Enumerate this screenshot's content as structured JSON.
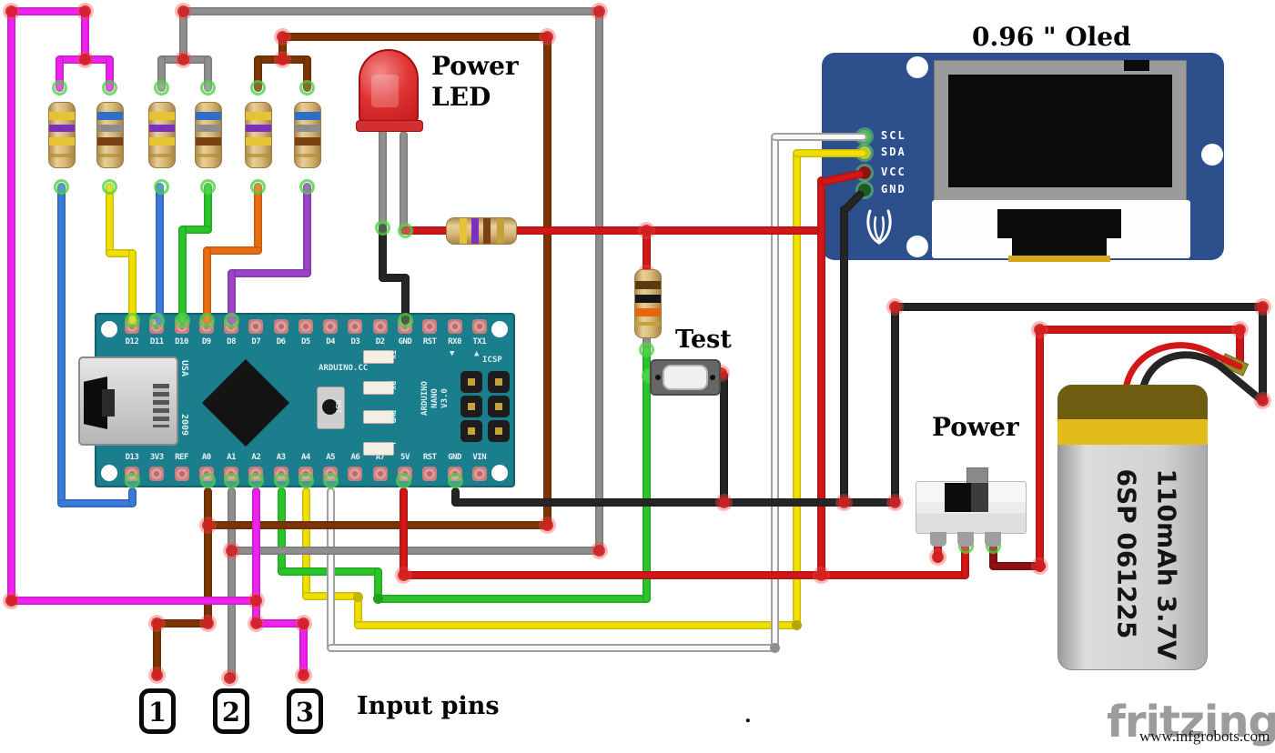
{
  "palette": {
    "magenta": "#ee22ee",
    "gray": "#8f8f8f",
    "brown": "#7d3405",
    "blue": "#3b7ad9",
    "yellow": "#f0df00",
    "green": "#2bc52b",
    "orange": "#e86c12",
    "purple": "#9b44c8",
    "red": "#d11717",
    "darkred": "#8e1212",
    "black": "#252525",
    "white": "#f8f8f8",
    "lead": "#8f8f8f",
    "nano_teal": "#1a7e8d",
    "oled_blue": "#2d4f8b",
    "battery_gold": "#e3bc1b",
    "pin_pink": "#dc9494"
  },
  "labels": {
    "oled_title": "0.96 \" Oled",
    "power_led_line1": "Power",
    "power_led_line2": "LED",
    "test": "Test",
    "power_switch": "Power",
    "input_pins": "Input pins",
    "stray_dot": "."
  },
  "input_boxes": [
    "1",
    "2",
    "3"
  ],
  "arduino": {
    "top_pins": [
      "D12",
      "D11",
      "D10",
      "D9",
      "D8",
      "D7",
      "D6",
      "D5",
      "D4",
      "D3",
      "D2",
      "GND",
      "RST",
      "RX0",
      "TX1"
    ],
    "bottom_pins": [
      "D13",
      "3V3",
      "REF",
      "A0",
      "A1",
      "A2",
      "A3",
      "A4",
      "A5",
      "A6",
      "A7",
      "5V",
      "RST",
      "GND",
      "VIN"
    ],
    "silkscreen": {
      "usa": "USA",
      "year": "2009",
      "site": "ARDUINO.CC",
      "rst": "RST",
      "leds": [
        "TX",
        "RX",
        "PWR",
        "L"
      ],
      "brand": "ARDUINO",
      "model": "NANO",
      "version": "V3.0",
      "icsp": "ICSP",
      "rx_mark": "▼",
      "tx_mark": "▲",
      "pin1_mark": "L"
    }
  },
  "oled": {
    "pins": [
      "SCL",
      "SDA",
      "VCC",
      "GND"
    ]
  },
  "battery": {
    "line1": "6SP 061225",
    "line2": "110mAh 3.7V"
  },
  "footer": {
    "logo": "fritzing",
    "watermark": "www.mfgrobots.com"
  }
}
